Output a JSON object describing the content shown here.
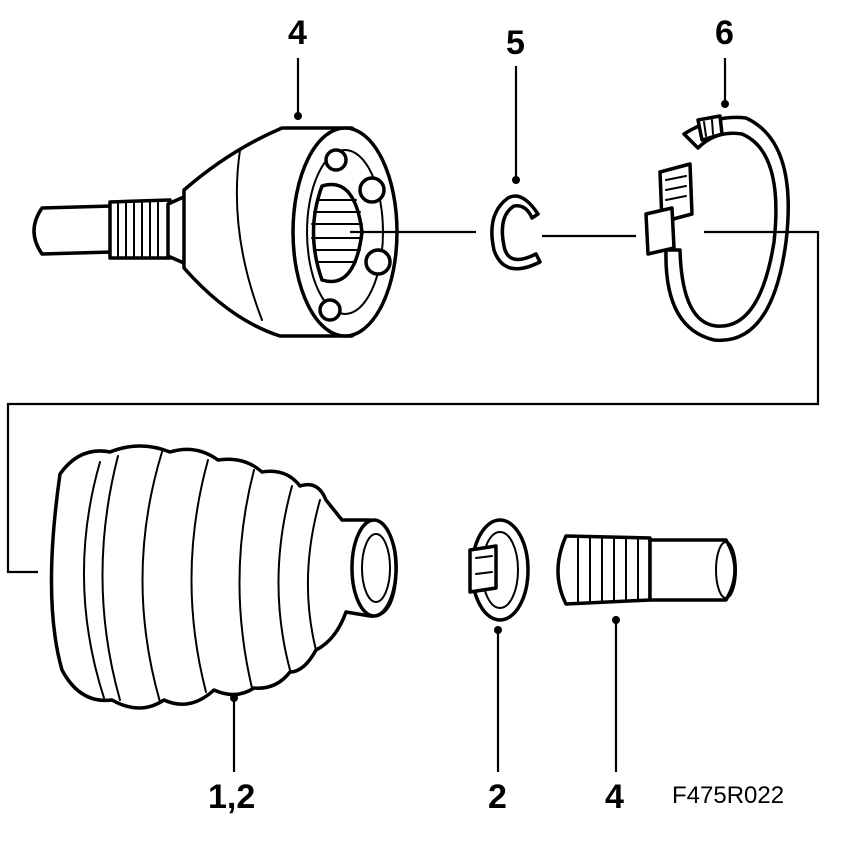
{
  "callouts": {
    "top_joint": "4",
    "circlip": "5",
    "clamp_large": "6",
    "boot": "1,2",
    "clamp_small": "2",
    "shaft": "4"
  },
  "figure_code": "F475R022",
  "colors": {
    "line": "#000000",
    "background": "#ffffff"
  }
}
